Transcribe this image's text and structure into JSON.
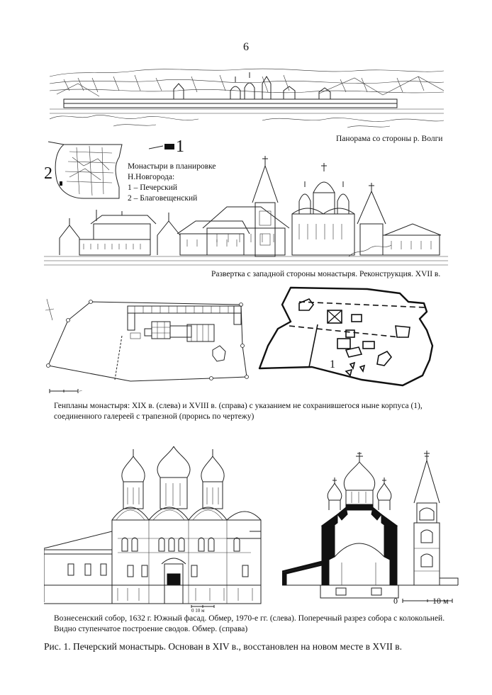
{
  "page_number": "6",
  "panels": {
    "panorama": {
      "caption": "Панорама со стороны р. Волги"
    },
    "plan_inset": {
      "label_1": "1",
      "label_2": "2",
      "legend_title_line1": "Монастыри в планировке",
      "legend_title_line2": "Н.Новгорода:",
      "legend_item_1": "1 – Печерский",
      "legend_item_2": "2 – Благовещенский"
    },
    "razvertka": {
      "caption": "Развертка с западной стороны монастыря. Реконструкция. XVII в."
    },
    "genplans": {
      "marker": "1",
      "caption_line1": "Генпланы монастыря: XIX в. (слева) и XVIII в. (справа) с указанием не сохранившегося ныне корпуса (1),",
      "caption_line2": "соединенного галереей с трапезной (прорись по чертежу)"
    },
    "cathedral": {
      "scale_left": "0    10 м",
      "scale_right_zero": "0",
      "scale_right_ten": "10 м",
      "caption_line1": "Вознесенский собор, 1632 г. Южный фасад. Обмер, 1970-е гг. (слева). Поперечный разрез собора с колокольней.",
      "caption_line2": "Видно ступенчатое построение сводов. Обмер. (справа)"
    }
  },
  "figure_caption": "Рис. 1. Печерский монастырь. Основан в XIV в., восстановлен на новом месте в XVII в."
}
